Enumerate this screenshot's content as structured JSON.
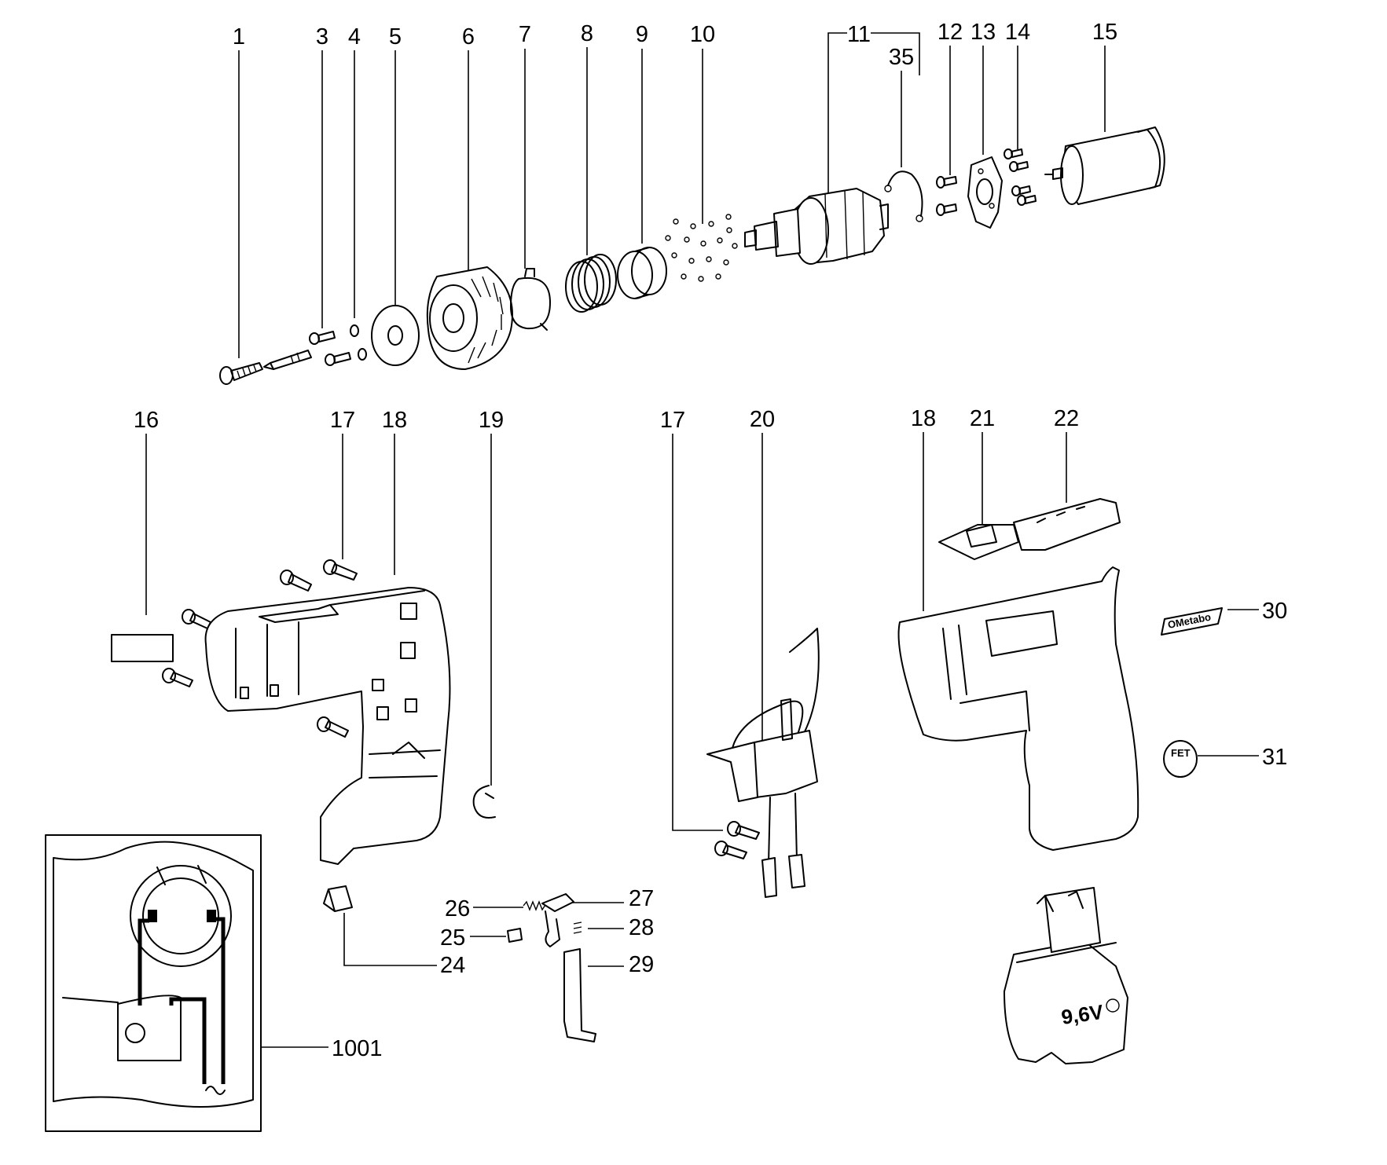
{
  "callouts": {
    "c1": "1",
    "c3": "3",
    "c4": "4",
    "c5": "5",
    "c6": "6",
    "c7": "7",
    "c8": "8",
    "c9": "9",
    "c10": "10",
    "c11": "11",
    "c35": "35",
    "c12": "12",
    "c13": "13",
    "c14": "14",
    "c15": "15",
    "c16": "16",
    "c17a": "17",
    "c18a": "18",
    "c19": "19",
    "c17b": "17",
    "c20": "20",
    "c18b": "18",
    "c21": "21",
    "c22": "22",
    "c30": "30",
    "c31": "31",
    "c26": "26",
    "c27": "27",
    "c25": "25",
    "c28": "28",
    "c24": "24",
    "c29": "29",
    "c1001": "1001"
  },
  "part_markings": {
    "brand_badge": "OMetabo",
    "fet_badge": "FET",
    "battery_voltage": "9,6V"
  }
}
